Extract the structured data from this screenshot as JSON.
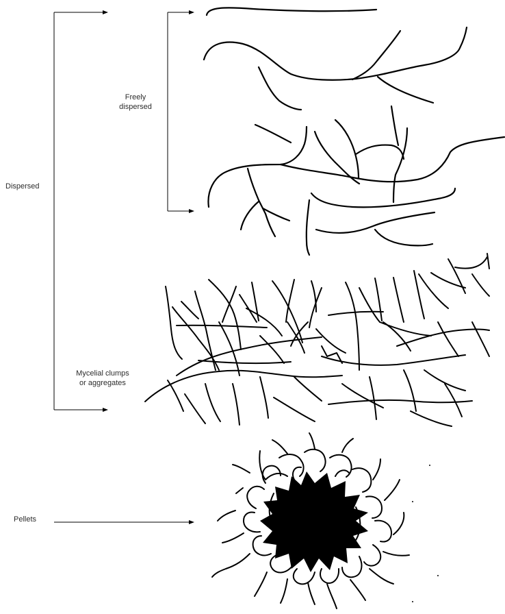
{
  "labels": {
    "dispersed": "Dispersed",
    "freely_line1": "Freely",
    "freely_line2": "dispersed",
    "clumps_line1": "Mycelial clumps",
    "clumps_line2": "or aggregates",
    "pellets": "Pellets"
  },
  "colors": {
    "ink": "#000000",
    "text": "#2b2b2b",
    "background": "#ffffff"
  }
}
